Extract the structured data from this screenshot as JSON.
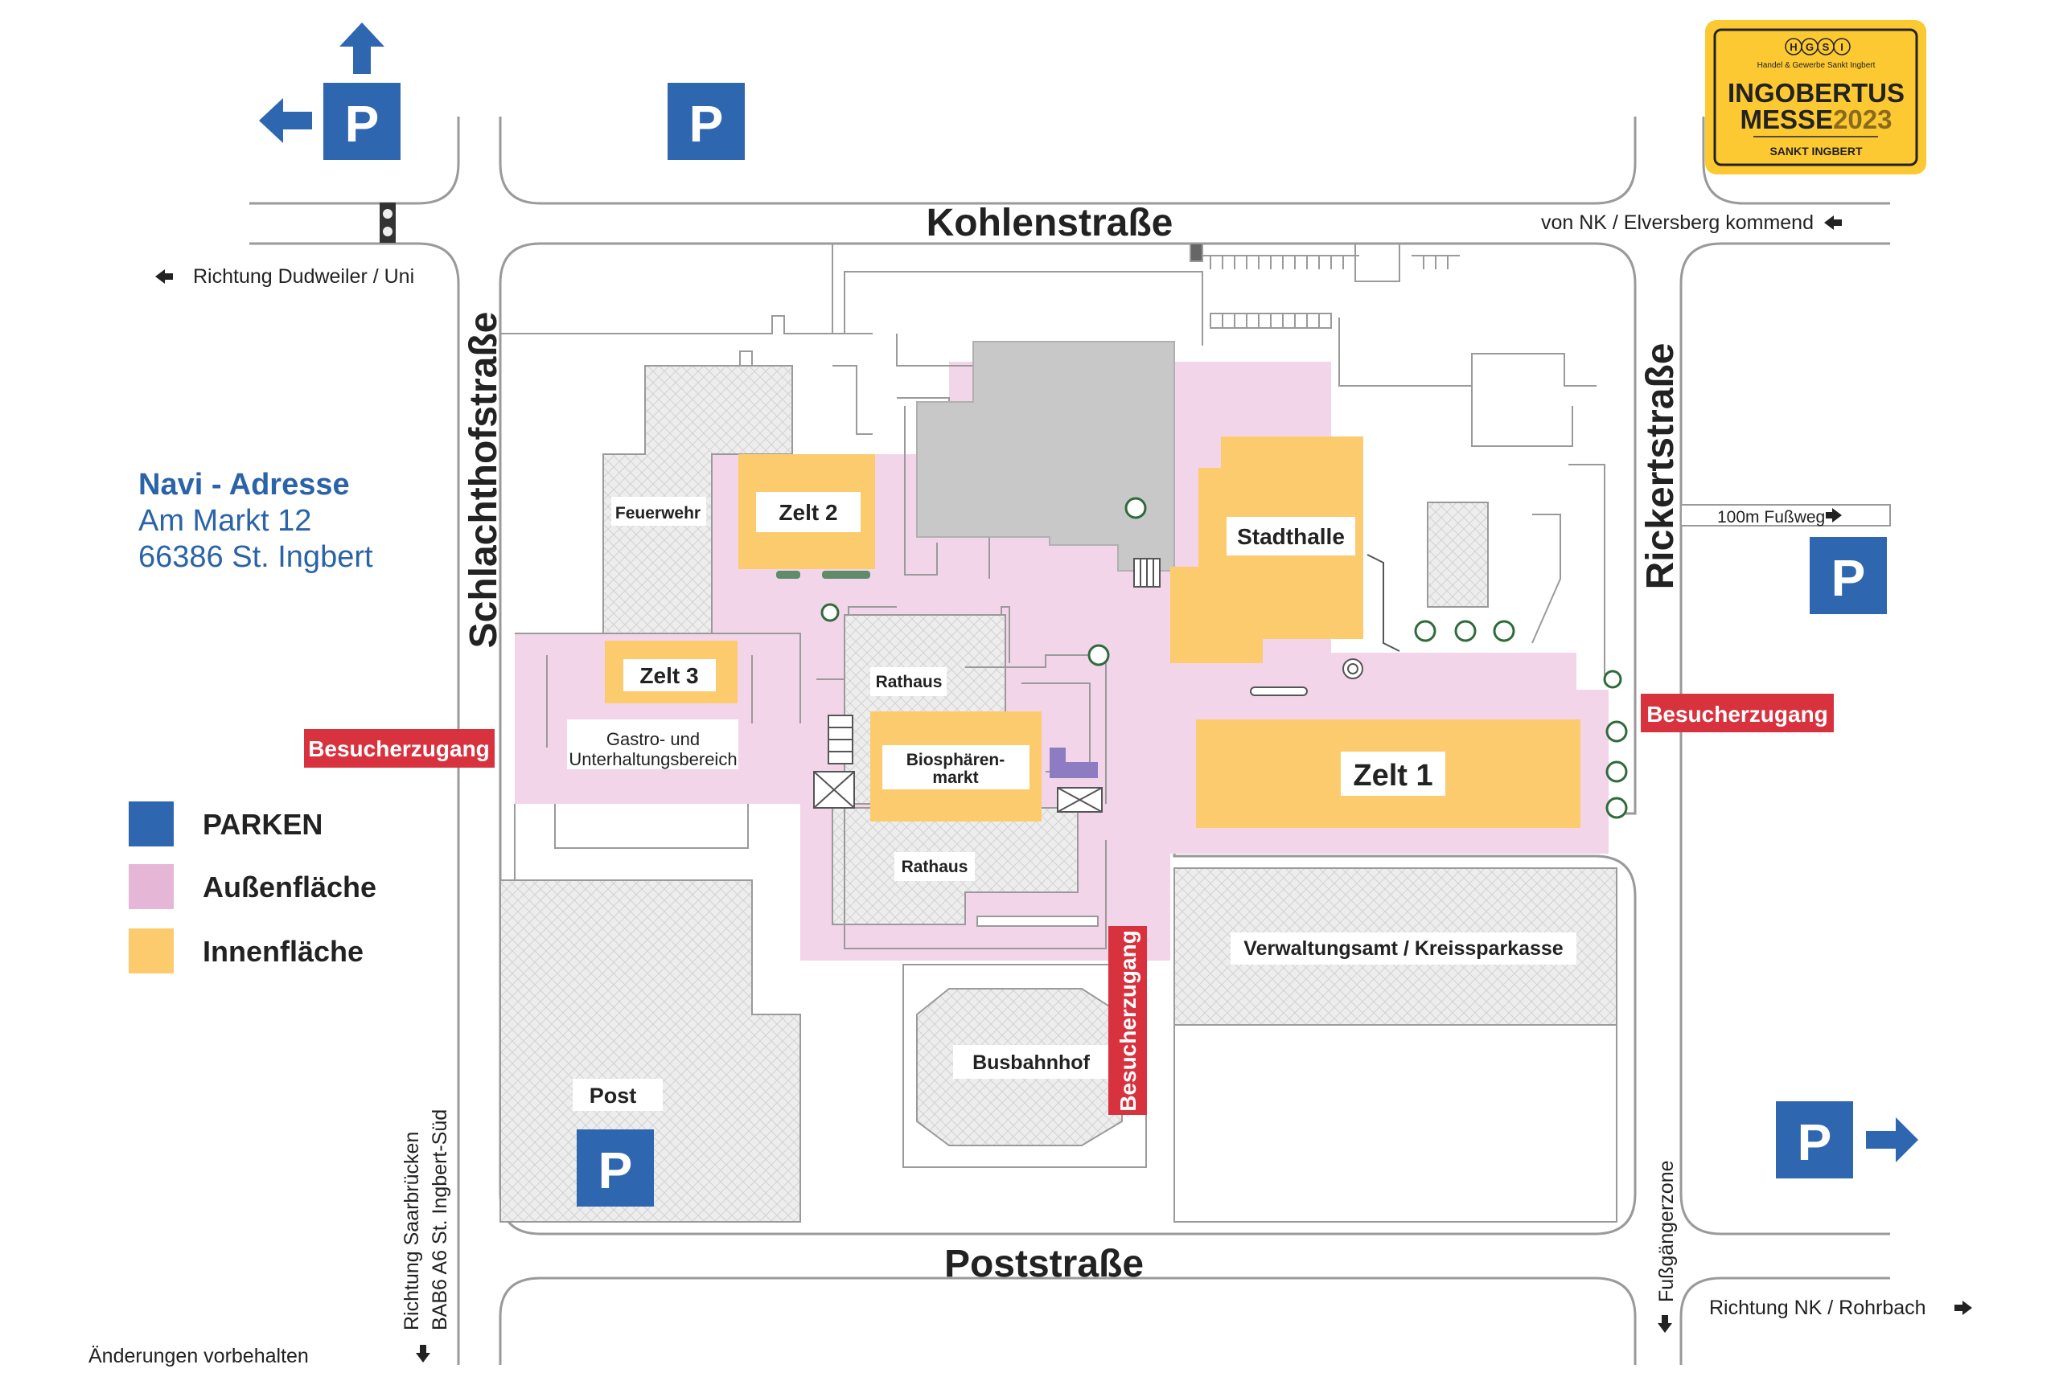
{
  "streets": {
    "kohlenstrasse": "Kohlenstraße",
    "poststrasse": "Poststraße",
    "schlachthofstrasse": "Schlachthofstraße",
    "rickertstrasse": "Rickertstraße"
  },
  "directions": {
    "von_nk": "von NK / Elversberg kommend",
    "dudweiler": "Richtung Dudweiler / Uni",
    "saarbruecken": "Richtung Saarbrücken",
    "bab6": "BAB6 A6 St. Ingbert-Süd",
    "nk_rohrbach": "Richtung NK / Rohrbach",
    "fusswegweiser": "100m Fußweg",
    "fussgaengerzone": "Fußgängerzone"
  },
  "navi": {
    "title": "Navi - Adresse",
    "street": "Am Markt 12",
    "city": "66386 St. Ingbert"
  },
  "legend": [
    {
      "label": "PARKEN",
      "color": "#2f66b0"
    },
    {
      "label": "Außenfläche",
      "color": "#e6b6d6"
    },
    {
      "label": "Innenfläche",
      "color": "#fccb6e"
    }
  ],
  "buildings": {
    "feuerwehr": "Feuerwehr",
    "rathaus_1": "Rathaus",
    "rathaus_2": "Rathaus",
    "post": "Post",
    "busbahnhof": "Busbahnhof",
    "verwaltungsamt": "Verwaltungsamt / Kreissparkasse",
    "gastro_1": "Gastro- und",
    "gastro_2": "Unterhaltungsbereich"
  },
  "tents": {
    "zelt1": "Zelt 1",
    "zelt2": "Zelt 2",
    "zelt3": "Zelt 3",
    "stadthalle": "Stadthalle",
    "bio_1": "Biosphären-",
    "bio_2": "markt"
  },
  "entrances": {
    "west": "Besucherzugang",
    "east": "Besucherzugang",
    "south": "Besucherzugang"
  },
  "parking": {
    "letter": "P"
  },
  "logo": {
    "letters": [
      "H",
      "G",
      "S",
      "I"
    ],
    "subtitle": "Handel & Gewerbe Sankt Ingbert",
    "line1": "INGOBERTUS",
    "line2a": "MESSE",
    "line2b": "2023",
    "line3": "SANKT INGBERT"
  },
  "footer": "Änderungen vorbehalten",
  "colors": {
    "outdoor": "#f3d5ea",
    "indoor": "#fccb6e",
    "parking": "#2f66b0",
    "entrance": "#d9323f",
    "logo_bg": "#fcc932",
    "text_blue": "#2b63a8"
  }
}
